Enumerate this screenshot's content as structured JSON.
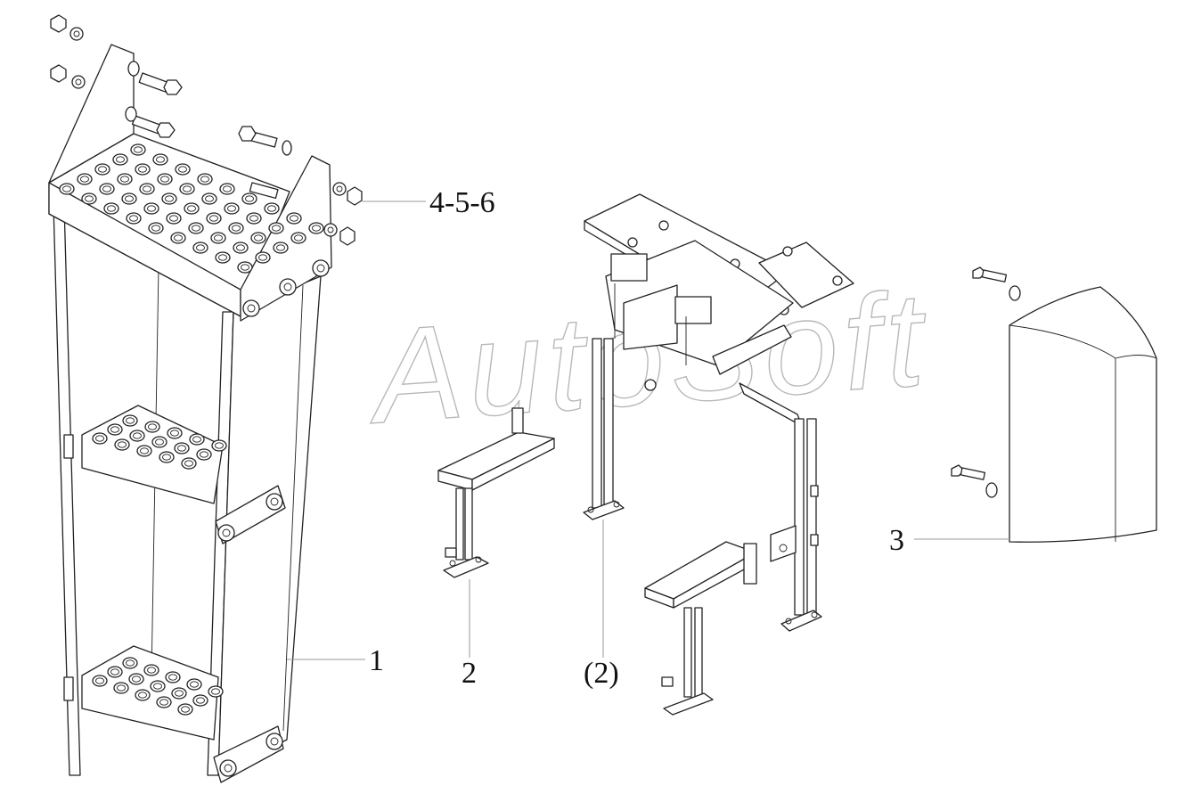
{
  "watermark": "AutoSoft",
  "callouts": {
    "ladder": "1",
    "bracket_left": "2",
    "bracket_center": "(2)",
    "cover": "3",
    "fasteners": "4-5-6"
  },
  "colors": {
    "line": "#222222",
    "leader": "#9a9a9a",
    "watermark": "#b8b8b8",
    "background": "#ffffff"
  }
}
